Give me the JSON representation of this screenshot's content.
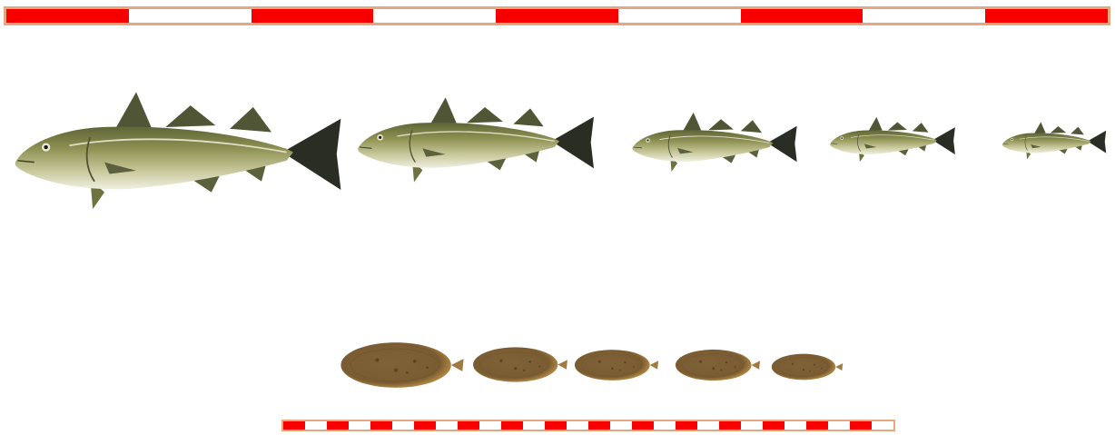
{
  "scale_top": {
    "segments": 9,
    "colors": [
      "#f90000",
      "#ffffff"
    ],
    "border": "#e5a77d"
  },
  "scale_bottom": {
    "segments": 28,
    "colors": [
      "#f90000",
      "#ffffff"
    ],
    "border": "#e5a77d"
  },
  "cod_row": {
    "count": 5,
    "colors": {
      "body": "#8e9152",
      "back": "#6f7340",
      "belly": "#e9e9d4",
      "fin": "#4f5535",
      "tail": "#2a2d24",
      "line": "#dedfc8"
    }
  },
  "flatfish_row": {
    "count": 5,
    "colors": {
      "body": "#7f6238",
      "edge": "#c49749",
      "spots": "#5b4425"
    }
  }
}
